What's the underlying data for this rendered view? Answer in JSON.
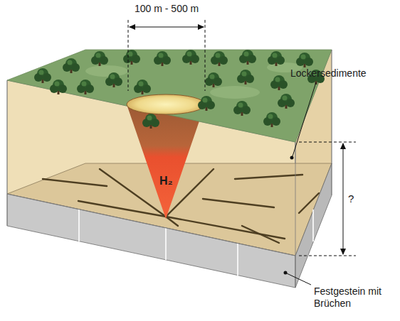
{
  "diagram": {
    "labels": [
      "100 m - 500 m",
      "Lockersedimente",
      "H₂",
      "?",
      "Festgestein mit Brüchen"
    ]
  }
}
